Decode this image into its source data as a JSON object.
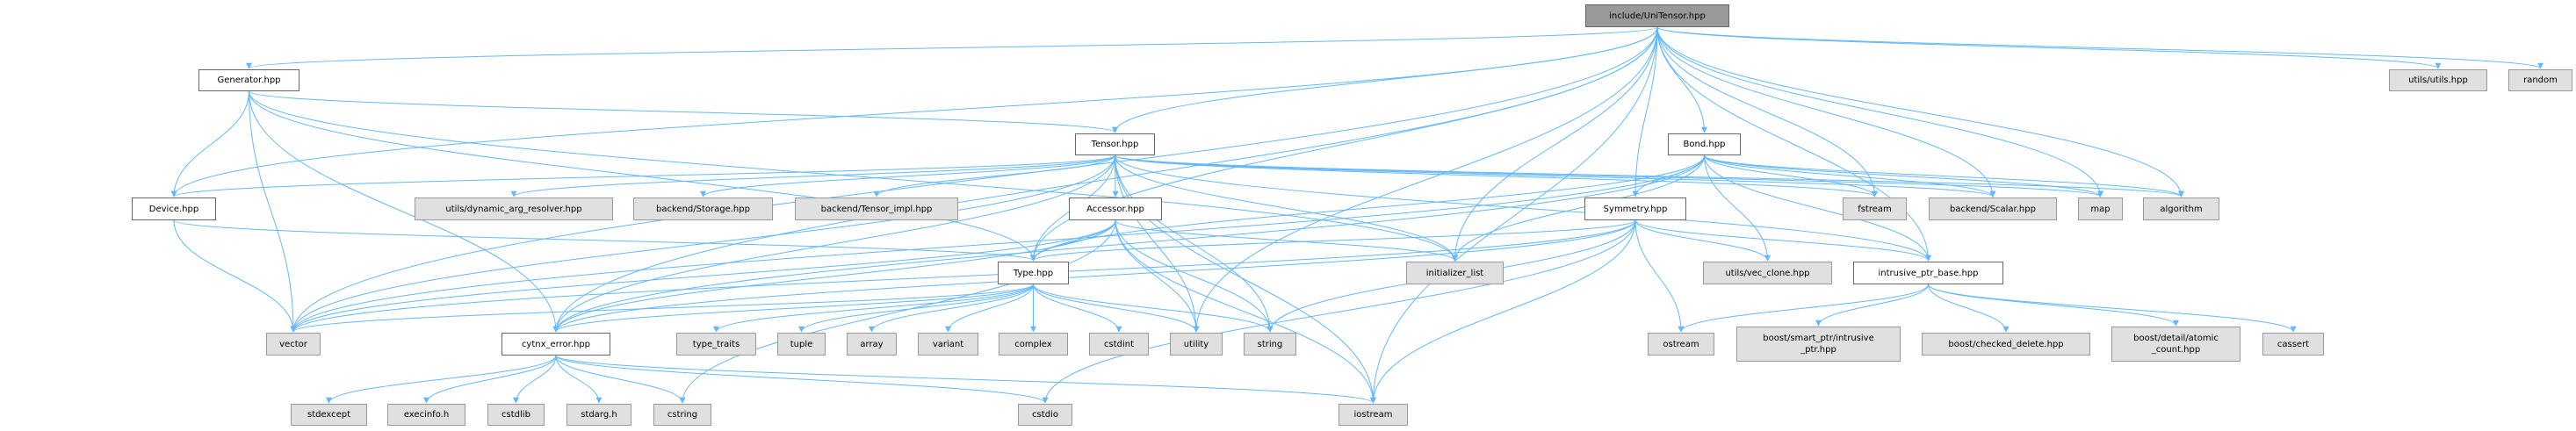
{
  "graph": {
    "nodes": [
      {
        "id": "unitensor",
        "label": "include/UniTensor.hpp",
        "kind": "root"
      },
      {
        "id": "generator",
        "label": "Generator.hpp",
        "kind": "int"
      },
      {
        "id": "tensor",
        "label": "Tensor.hpp",
        "kind": "int"
      },
      {
        "id": "bond",
        "label": "Bond.hpp",
        "kind": "int"
      },
      {
        "id": "device",
        "label": "Device.hpp",
        "kind": "int"
      },
      {
        "id": "dynargs",
        "label": "utils/dynamic_arg_resolver.hpp",
        "kind": "ext"
      },
      {
        "id": "storage",
        "label": "backend/Storage.hpp",
        "kind": "ext"
      },
      {
        "id": "timpl",
        "label": "backend/Tensor_impl.hpp",
        "kind": "ext"
      },
      {
        "id": "accessor",
        "label": "Accessor.hpp",
        "kind": "int"
      },
      {
        "id": "symmetry",
        "label": "Symmetry.hpp",
        "kind": "int"
      },
      {
        "id": "fstream",
        "label": "fstream",
        "kind": "ext"
      },
      {
        "id": "scalar",
        "label": "backend/Scalar.hpp",
        "kind": "ext"
      },
      {
        "id": "map",
        "label": "map",
        "kind": "ext"
      },
      {
        "id": "algorithm",
        "label": "algorithm",
        "kind": "ext"
      },
      {
        "id": "utils",
        "label": "utils/utils.hpp",
        "kind": "ext"
      },
      {
        "id": "random",
        "label": "random",
        "kind": "ext"
      },
      {
        "id": "type",
        "label": "Type.hpp",
        "kind": "int"
      },
      {
        "id": "initlist",
        "label": "initializer_list",
        "kind": "ext"
      },
      {
        "id": "vecclone",
        "label": "utils/vec_clone.hpp",
        "kind": "ext"
      },
      {
        "id": "intrusive",
        "label": "intrusive_ptr_base.hpp",
        "kind": "int"
      },
      {
        "id": "vector",
        "label": "vector",
        "kind": "ext"
      },
      {
        "id": "cytnxerr",
        "label": "cytnx_error.hpp",
        "kind": "int"
      },
      {
        "id": "typetraits",
        "label": "type_traits",
        "kind": "ext"
      },
      {
        "id": "tuple",
        "label": "tuple",
        "kind": "ext"
      },
      {
        "id": "array",
        "label": "array",
        "kind": "ext"
      },
      {
        "id": "variant",
        "label": "variant",
        "kind": "ext"
      },
      {
        "id": "complex",
        "label": "complex",
        "kind": "ext"
      },
      {
        "id": "cstdint",
        "label": "cstdint",
        "kind": "ext"
      },
      {
        "id": "utility",
        "label": "utility",
        "kind": "ext"
      },
      {
        "id": "string",
        "label": "string",
        "kind": "ext"
      },
      {
        "id": "ostream",
        "label": "ostream",
        "kind": "ext"
      },
      {
        "id": "smartptr",
        "label": "boost/smart_ptr/intrusive\n_ptr.hpp",
        "kind": "ext"
      },
      {
        "id": "checkeddel",
        "label": "boost/checked_delete.hpp",
        "kind": "ext"
      },
      {
        "id": "atomic",
        "label": "boost/detail/atomic\n_count.hpp",
        "kind": "ext"
      },
      {
        "id": "cassert",
        "label": "cassert",
        "kind": "ext"
      },
      {
        "id": "stdexcept",
        "label": "stdexcept",
        "kind": "ext"
      },
      {
        "id": "execinfo",
        "label": "execinfo.h",
        "kind": "ext"
      },
      {
        "id": "cstdlib",
        "label": "cstdlib",
        "kind": "ext"
      },
      {
        "id": "stdarg",
        "label": "stdarg.h",
        "kind": "ext"
      },
      {
        "id": "cstring",
        "label": "cstring",
        "kind": "ext"
      },
      {
        "id": "cstdio",
        "label": "cstdio",
        "kind": "ext"
      },
      {
        "id": "iostream",
        "label": "iostream",
        "kind": "ext"
      }
    ],
    "edges": [
      [
        "unitensor",
        "generator"
      ],
      [
        "unitensor",
        "device"
      ],
      [
        "unitensor",
        "type"
      ],
      [
        "unitensor",
        "cytnxerr"
      ],
      [
        "unitensor",
        "vector"
      ],
      [
        "unitensor",
        "tensor"
      ],
      [
        "unitensor",
        "utility"
      ],
      [
        "unitensor",
        "initlist"
      ],
      [
        "unitensor",
        "bond"
      ],
      [
        "unitensor",
        "symmetry"
      ],
      [
        "unitensor",
        "fstream"
      ],
      [
        "unitensor",
        "scalar"
      ],
      [
        "unitensor",
        "map"
      ],
      [
        "unitensor",
        "algorithm"
      ],
      [
        "unitensor",
        "intrusive"
      ],
      [
        "unitensor",
        "iostream"
      ],
      [
        "unitensor",
        "utils"
      ],
      [
        "unitensor",
        "random"
      ],
      [
        "generator",
        "device"
      ],
      [
        "generator",
        "type"
      ],
      [
        "generator",
        "cytnxerr"
      ],
      [
        "generator",
        "vector"
      ],
      [
        "generator",
        "tensor"
      ],
      [
        "generator",
        "initlist"
      ],
      [
        "device",
        "vector"
      ],
      [
        "device",
        "type"
      ],
      [
        "tensor",
        "device"
      ],
      [
        "tensor",
        "dynargs"
      ],
      [
        "tensor",
        "storage"
      ],
      [
        "tensor",
        "timpl"
      ],
      [
        "tensor",
        "accessor"
      ],
      [
        "tensor",
        "type"
      ],
      [
        "tensor",
        "cytnxerr"
      ],
      [
        "tensor",
        "vector"
      ],
      [
        "tensor",
        "utility"
      ],
      [
        "tensor",
        "string"
      ],
      [
        "tensor",
        "iostream"
      ],
      [
        "tensor",
        "initlist"
      ],
      [
        "tensor",
        "fstream"
      ],
      [
        "tensor",
        "scalar"
      ],
      [
        "tensor",
        "intrusive"
      ],
      [
        "tensor",
        "map"
      ],
      [
        "tensor",
        "algorithm"
      ],
      [
        "accessor",
        "type"
      ],
      [
        "accessor",
        "cytnxerr"
      ],
      [
        "accessor",
        "vector"
      ],
      [
        "accessor",
        "initlist"
      ],
      [
        "accessor",
        "string"
      ],
      [
        "accessor",
        "utility"
      ],
      [
        "accessor",
        "iostream"
      ],
      [
        "accessor",
        "cstring"
      ],
      [
        "type",
        "cytnxerr"
      ],
      [
        "type",
        "vector"
      ],
      [
        "type",
        "typetraits"
      ],
      [
        "type",
        "tuple"
      ],
      [
        "type",
        "array"
      ],
      [
        "type",
        "variant"
      ],
      [
        "type",
        "complex"
      ],
      [
        "type",
        "cstdint"
      ],
      [
        "type",
        "utility"
      ],
      [
        "type",
        "string"
      ],
      [
        "cytnxerr",
        "stdexcept"
      ],
      [
        "cytnxerr",
        "execinfo"
      ],
      [
        "cytnxerr",
        "cstdlib"
      ],
      [
        "cytnxerr",
        "stdarg"
      ],
      [
        "cytnxerr",
        "cstring"
      ],
      [
        "cytnxerr",
        "cstdio"
      ],
      [
        "cytnxerr",
        "iostream"
      ],
      [
        "bond",
        "symmetry"
      ],
      [
        "bond",
        "type"
      ],
      [
        "bond",
        "cytnxerr"
      ],
      [
        "bond",
        "vector"
      ],
      [
        "bond",
        "initlist"
      ],
      [
        "bond",
        "fstream"
      ],
      [
        "bond",
        "map"
      ],
      [
        "bond",
        "algorithm"
      ],
      [
        "bond",
        "intrusive"
      ],
      [
        "bond",
        "vecclone"
      ],
      [
        "bond",
        "scalar"
      ],
      [
        "symmetry",
        "type"
      ],
      [
        "symmetry",
        "cytnxerr"
      ],
      [
        "symmetry",
        "vector"
      ],
      [
        "symmetry",
        "string"
      ],
      [
        "symmetry",
        "cstdio"
      ],
      [
        "symmetry",
        "iostream"
      ],
      [
        "symmetry",
        "ostream"
      ],
      [
        "symmetry",
        "vecclone"
      ],
      [
        "symmetry",
        "intrusive"
      ],
      [
        "intrusive",
        "ostream"
      ],
      [
        "intrusive",
        "smartptr"
      ],
      [
        "intrusive",
        "checkeddel"
      ],
      [
        "intrusive",
        "atomic"
      ],
      [
        "intrusive",
        "cassert"
      ]
    ]
  },
  "colors": {
    "edge": "#63b8ff",
    "root_fill": "#999999",
    "ext_fill": "#e0e0e0",
    "int_fill": "#ffffff"
  }
}
